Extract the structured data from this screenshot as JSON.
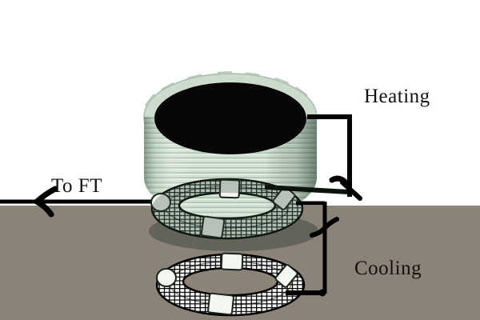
{
  "diagram": {
    "labels": {
      "heating": "Heating",
      "cooling": "Cooling",
      "to_ft": "To FT"
    }
  },
  "colors": {
    "c-bg": "#ffffff",
    "c-ground": "#8b8278",
    "c-shadow": "#5e5f55",
    "c-line": "#000000",
    "c-line-dark": "#0a140c",
    "c-vessel": "#ccdbcc",
    "c-vessel-light": "#e9f0e8",
    "c-vessel-mid": "#d2e0d2",
    "c-vessel-dark": "#adc3b0",
    "c-vessel-edge": "#a8bfaa",
    "c-top-opening": "#070707",
    "c-band": "#f4f6f0",
    "c-checker-bg": "#fbfbf9",
    "c-checker-line": "#000000",
    "c-checkerg-bg": "#edf2ea",
    "c-checkerg-line": "#17261b",
    "c-ring-tint": "rgba(42,70,52,0.30)"
  }
}
